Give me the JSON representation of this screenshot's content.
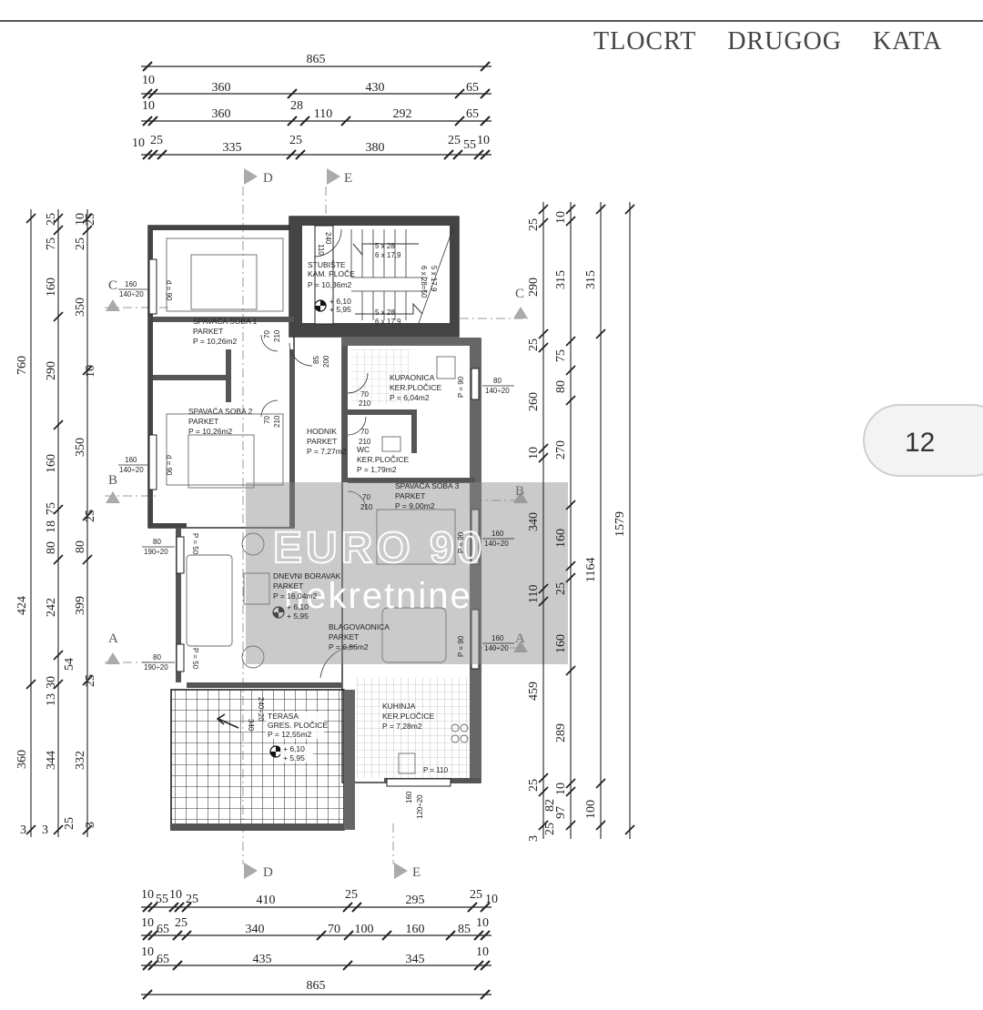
{
  "title": [
    "TLOCRT",
    "DRUGOG",
    "KATA"
  ],
  "page_number": "12",
  "watermark": {
    "line1": "EURO 90",
    "line2": "nekretnine"
  },
  "sections": {
    "a": "A",
    "b": "B",
    "c": "C",
    "d": "D",
    "e": "E"
  },
  "top_dims": {
    "total": "865",
    "row1": [
      "10",
      "360",
      "430",
      "65"
    ],
    "row2": [
      "10",
      "360",
      "28",
      "110",
      "292",
      "65"
    ],
    "row3": [
      "10",
      "25",
      "335",
      "25",
      "380",
      "25",
      "55",
      "10"
    ]
  },
  "bottom_dims": {
    "row1": [
      "10",
      "55",
      "10",
      "25",
      "410",
      "25",
      "295",
      "25",
      "10"
    ],
    "row2": [
      "10",
      "65",
      "25",
      "340",
      "70",
      "100",
      "160",
      "85",
      "10"
    ],
    "row3": [
      "10",
      "65",
      "435",
      "345",
      "10"
    ],
    "total": "865"
  },
  "left_dims": {
    "col1": [
      "760",
      "424",
      "360",
      "3"
    ],
    "col2": [
      "25",
      "75",
      "160",
      "290",
      "160",
      "75",
      "18",
      "80",
      "242",
      "13",
      "30",
      "344",
      "3"
    ],
    "col3": [
      "10",
      "25",
      "350",
      "350",
      "80",
      "399",
      "54",
      "332",
      "25"
    ],
    "col4": [
      "25",
      "10",
      "25",
      "10",
      "25",
      "25",
      "25",
      "3"
    ]
  },
  "right_dims": {
    "col1": [
      "25",
      "290",
      "25",
      "260",
      "10",
      "340",
      "110",
      "459",
      "25",
      "3"
    ],
    "col2": [
      "10",
      "315",
      "75",
      "80",
      "270",
      "160",
      "25",
      "160",
      "289",
      "10",
      "82",
      "97",
      "25"
    ],
    "col3": [
      "315",
      "1164",
      "100"
    ],
    "col4": [
      "1579"
    ]
  },
  "rooms": [
    {
      "name": "STUBIŠTE",
      "finish": "KAM. PLOČE",
      "area": "P = 10,36m2"
    },
    {
      "name": "SPAVAĆA SOBA 1",
      "finish": "PARKET",
      "area": "P = 10,26m2"
    },
    {
      "name": "SPAVAĆA SOBA 2",
      "finish": "PARKET",
      "area": "P = 10,26m2"
    },
    {
      "name": "KUPAONICA",
      "finish": "KER.PLOČICE",
      "area": "P = 6,04m2"
    },
    {
      "name": "HODNIK",
      "finish": "PARKET",
      "area": "P = 7,27m2"
    },
    {
      "name": "WC",
      "finish": "KER.PLOČICE",
      "area": "P = 1,79m2"
    },
    {
      "name": "SPAVAĆA SOBA 3",
      "finish": "PARKET",
      "area": "P = 9,00m2"
    },
    {
      "name": "DNEVNI BORAVAK",
      "finish": "PARKET",
      "area": "P = 16,04m2"
    },
    {
      "name": "BLAGOVAONICA",
      "finish": "PARKET",
      "area": "P = 6,86m2"
    },
    {
      "name": "TERASA",
      "finish": "GRES. PLOČICE",
      "area": "P = 12,55m2"
    },
    {
      "name": "KUHINJA",
      "finish": "KER.PLOČICE",
      "area": "P = 7,28m2"
    }
  ],
  "levels": {
    "stairs": [
      "+ 6,10",
      "+ 5,95"
    ],
    "living": [
      "+ 6,10",
      "+ 5,95"
    ],
    "terrace": [
      "+ 6,10",
      "+ 5,95"
    ]
  },
  "stairs_notes": [
    "5 x 28",
    "6 x 17,9",
    "6 x 28=50",
    "5 x 17,9",
    "5 x 28",
    "6 x 17,9"
  ],
  "openings": {
    "window_c": [
      "160",
      "140÷20"
    ],
    "window_b": [
      "160",
      "140÷20"
    ],
    "window_80_upper": [
      "80",
      "190÷20"
    ],
    "window_80_lower": [
      "80",
      "190÷20"
    ],
    "window_bath": [
      "80",
      "140÷20"
    ],
    "window_room3": [
      "160",
      "140÷20"
    ],
    "window_dining": [
      "160",
      "140÷20"
    ],
    "window_kitchen": [
      "160",
      "120÷20"
    ],
    "door_70": [
      "70",
      "210"
    ],
    "door_85": [
      "85",
      "200"
    ],
    "door_110": [
      "110",
      "240"
    ],
    "terrace_door": [
      "340",
      "240÷20"
    ],
    "sill_90": "P = 90",
    "sill_50": "P = 50",
    "sill_110": "P = 110",
    "d_90": "d = 90"
  }
}
